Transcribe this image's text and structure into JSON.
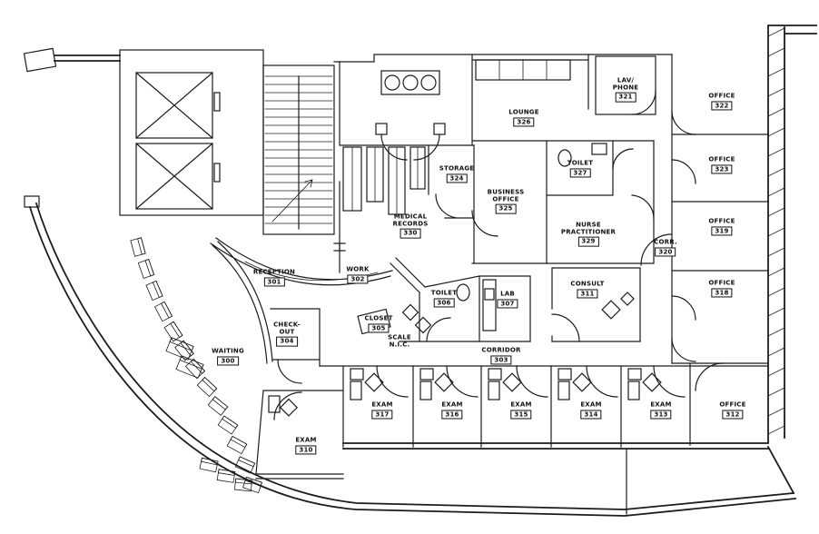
{
  "drawing": {
    "type": "floor-plan",
    "accent_ink": "#1c1c1c",
    "paper": "#ffffff"
  },
  "rooms": [
    {
      "id": "lounge",
      "name": "LOUNGE",
      "name2": "",
      "number": "326"
    },
    {
      "id": "lav-phone",
      "name": "LAV/",
      "name2": "PHONE",
      "number": "321"
    },
    {
      "id": "toilet-upper",
      "name": "TOILET",
      "name2": "",
      "number": "327"
    },
    {
      "id": "storage",
      "name": "STORAGE",
      "name2": "",
      "number": "324"
    },
    {
      "id": "business-office",
      "name": "BUSINESS",
      "name2": "OFFICE",
      "number": "325"
    },
    {
      "id": "medical-records",
      "name": "MEDICAL",
      "name2": "RECORDS",
      "number": "330"
    },
    {
      "id": "nurse-practitioner",
      "name": "NURSE",
      "name2": "PRACTITIONER",
      "number": "329"
    },
    {
      "id": "corr",
      "name": "CORR.",
      "name2": "",
      "number": "320"
    },
    {
      "id": "office-1",
      "name": "OFFICE",
      "name2": "",
      "number": "322"
    },
    {
      "id": "office-2",
      "name": "OFFICE",
      "name2": "",
      "number": "323"
    },
    {
      "id": "office-3",
      "name": "OFFICE",
      "name2": "",
      "number": "319"
    },
    {
      "id": "office-4",
      "name": "OFFICE",
      "name2": "",
      "number": "318"
    },
    {
      "id": "office-5",
      "name": "OFFICE",
      "name2": "",
      "number": "312"
    },
    {
      "id": "reception",
      "name": "RECEPTION",
      "name2": "",
      "number": "301"
    },
    {
      "id": "work",
      "name": "WORK",
      "name2": "",
      "number": "302"
    },
    {
      "id": "check-out",
      "name": "CHECK-",
      "name2": "OUT",
      "number": "304"
    },
    {
      "id": "closet",
      "name": "CLOSET",
      "name2": "",
      "number": "305"
    },
    {
      "id": "scale",
      "name": "SCALE",
      "name2": "N.I.C.",
      "number": ""
    },
    {
      "id": "toilet-mid",
      "name": "TOILET",
      "name2": "",
      "number": "306"
    },
    {
      "id": "lab",
      "name": "LAB",
      "name2": "",
      "number": "307"
    },
    {
      "id": "consult",
      "name": "CONSULT",
      "name2": "",
      "number": "311"
    },
    {
      "id": "corridor",
      "name": "CORRIDOR",
      "name2": "",
      "number": "303"
    },
    {
      "id": "waiting",
      "name": "WAITING",
      "name2": "",
      "number": "300"
    },
    {
      "id": "exam-a",
      "name": "EXAM",
      "name2": "",
      "number": "310"
    },
    {
      "id": "exam-1",
      "name": "EXAM",
      "name2": "",
      "number": "317"
    },
    {
      "id": "exam-2",
      "name": "EXAM",
      "name2": "",
      "number": "316"
    },
    {
      "id": "exam-3",
      "name": "EXAM",
      "name2": "",
      "number": "315"
    },
    {
      "id": "exam-4",
      "name": "EXAM",
      "name2": "",
      "number": "314"
    },
    {
      "id": "exam-5",
      "name": "EXAM",
      "name2": "",
      "number": "313"
    }
  ]
}
